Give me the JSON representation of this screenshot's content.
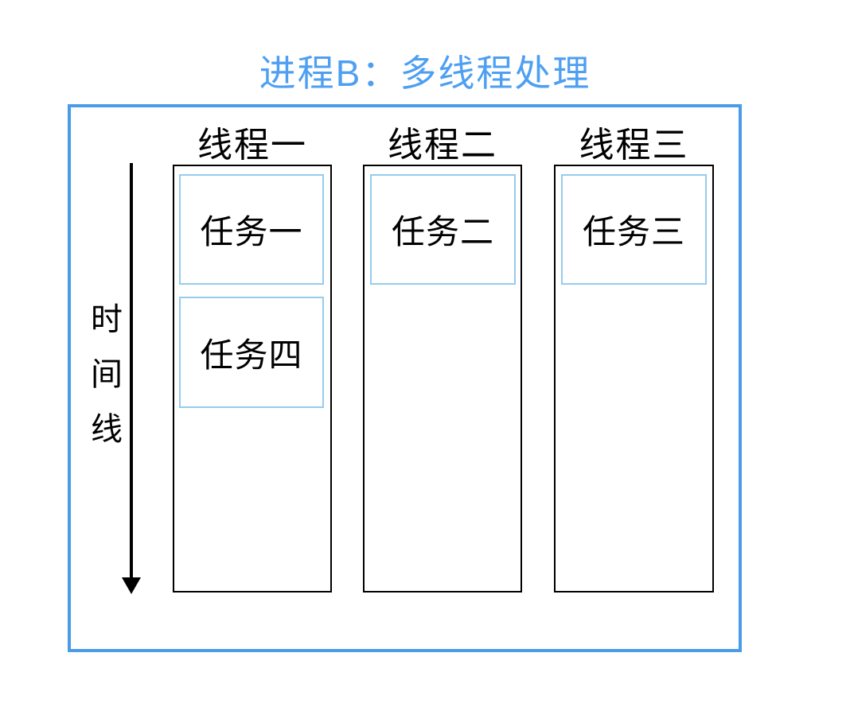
{
  "title": "进程B：多线程处理",
  "timeline": {
    "label": "时间线",
    "chars": [
      "时",
      "间",
      "线"
    ],
    "direction": "down"
  },
  "threads": [
    {
      "name": "线程一",
      "tasks": [
        "任务一",
        "任务四"
      ]
    },
    {
      "name": "线程二",
      "tasks": [
        "任务二"
      ]
    },
    {
      "name": "线程三",
      "tasks": [
        "任务三"
      ]
    }
  ],
  "colors": {
    "outer_border": "#4a9ce8",
    "title_text": "#4e9ff2",
    "task_border": "#96cbec",
    "column_border": "#000000",
    "text": "#000000"
  }
}
